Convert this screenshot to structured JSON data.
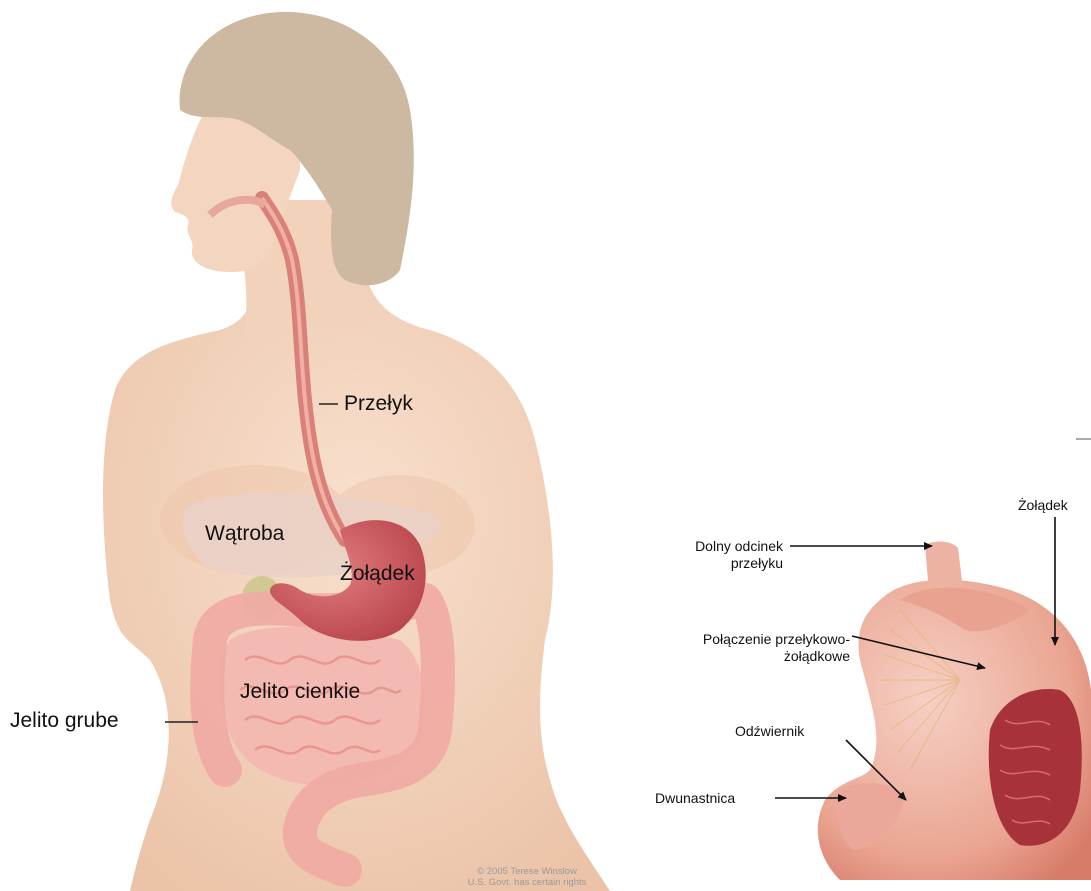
{
  "left_figure": {
    "labels": {
      "esophagus": "Przełyk",
      "liver": "Wątroba",
      "stomach": "Żołądek",
      "small_intestine": "Jelito cienkie",
      "large_intestine": "Jelito grube"
    },
    "credit": {
      "line1": "© 2005 Terese Winslow",
      "line2": "U.S. Govt. has certain rights"
    }
  },
  "right_figure": {
    "labels": {
      "lower_esophagus_line1": "Dolny odcinek",
      "lower_esophagus_line2": "przełyku",
      "gastroesophageal_junction_line1": "Połączenie przełykowo-",
      "gastroesophageal_junction_line2": "żołądkowe",
      "pylorus": "Odźwiernik",
      "duodenum": "Dwunastnica",
      "stomach": "Żołądek"
    }
  },
  "colors": {
    "skin": "#f2d2bb",
    "hair": "#ccb8a0",
    "esophagus": "#d98078",
    "stomach": "#cc5a5e",
    "intestine": "#f2b3ad",
    "liver": "#ead2c6"
  }
}
